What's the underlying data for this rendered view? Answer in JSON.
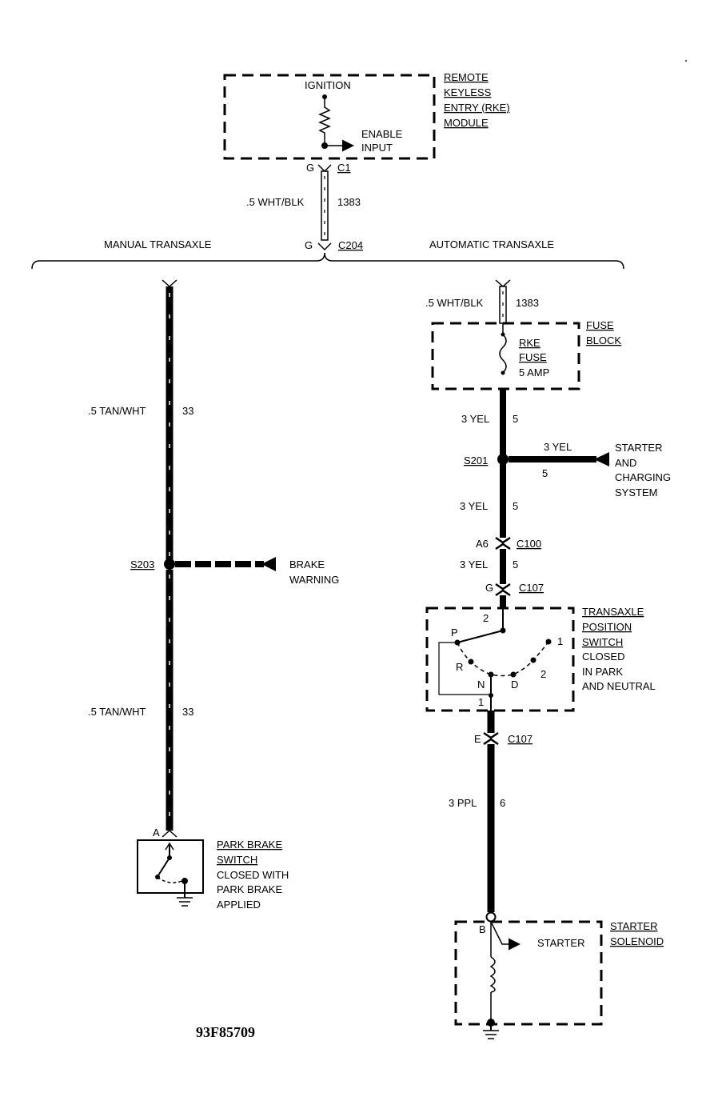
{
  "top_module": {
    "name_lines": [
      "REMOTE",
      "KEYLESS",
      "ENTRY (RKE)",
      "MODULE"
    ],
    "ignition_label": "IGNITION",
    "enable_input_lines": [
      "ENABLE",
      "INPUT"
    ],
    "pin_g": "G",
    "connector": "C1"
  },
  "wire_top": {
    "label": ".5 WHT/BLK",
    "circuit": "1383"
  },
  "splice_connector": {
    "pin": "G",
    "name": "C204"
  },
  "branches": {
    "manual": "MANUAL TRANSAXLE",
    "automatic": "AUTOMATIC TRANSAXLE"
  },
  "manual": {
    "wire_upper": {
      "label": ".5 TAN/WHT",
      "circuit": "33"
    },
    "splice": "S203",
    "brake_warning_lines": [
      "BRAKE",
      "WARNING"
    ],
    "wire_lower": {
      "label": ".5 TAN/WHT",
      "circuit": "33"
    },
    "pin_a": "A",
    "switch_lines": [
      "PARK BRAKE",
      "SWITCH",
      "CLOSED WITH",
      "PARK BRAKE",
      "APPLIED"
    ]
  },
  "automatic": {
    "wire_top": {
      "label": ".5 WHT/BLK",
      "circuit": "1383"
    },
    "fuse_block_lines": [
      "FUSE",
      "BLOCK"
    ],
    "fuse_lines": [
      "RKE",
      "FUSE",
      "5 AMP"
    ],
    "wire_yel_1": {
      "label": "3 YEL",
      "circuit": "5"
    },
    "splice": "S201",
    "starter_branch": {
      "label": "3 YEL",
      "circuit": "5",
      "dest_lines": [
        "STARTER",
        "AND",
        "CHARGING",
        "SYSTEM"
      ]
    },
    "wire_yel_2": {
      "label": "3 YEL",
      "circuit": "5"
    },
    "c100": {
      "pin": "A6",
      "name": "C100"
    },
    "wire_yel_3": {
      "label": "3 YEL",
      "circuit": "5"
    },
    "c107_top": {
      "pin": "G",
      "name": "C107"
    },
    "tps_lines": [
      "TRANSAXLE",
      "POSITION",
      "SWITCH",
      "CLOSED",
      "IN PARK",
      "AND NEUTRAL"
    ],
    "tps_positions": {
      "pin2": "2",
      "p": "P",
      "r": "R",
      "n": "N",
      "d": "D",
      "two": "2",
      "one": "1",
      "pin1": "1"
    },
    "c107_bottom": {
      "pin": "E",
      "name": "C107"
    },
    "wire_ppl": {
      "label": "3 PPL",
      "circuit": "6"
    },
    "solenoid_pin": "B",
    "starter_label": "STARTER",
    "solenoid_lines": [
      "STARTER",
      "SOLENOID"
    ]
  },
  "figure_id": "93F85709"
}
